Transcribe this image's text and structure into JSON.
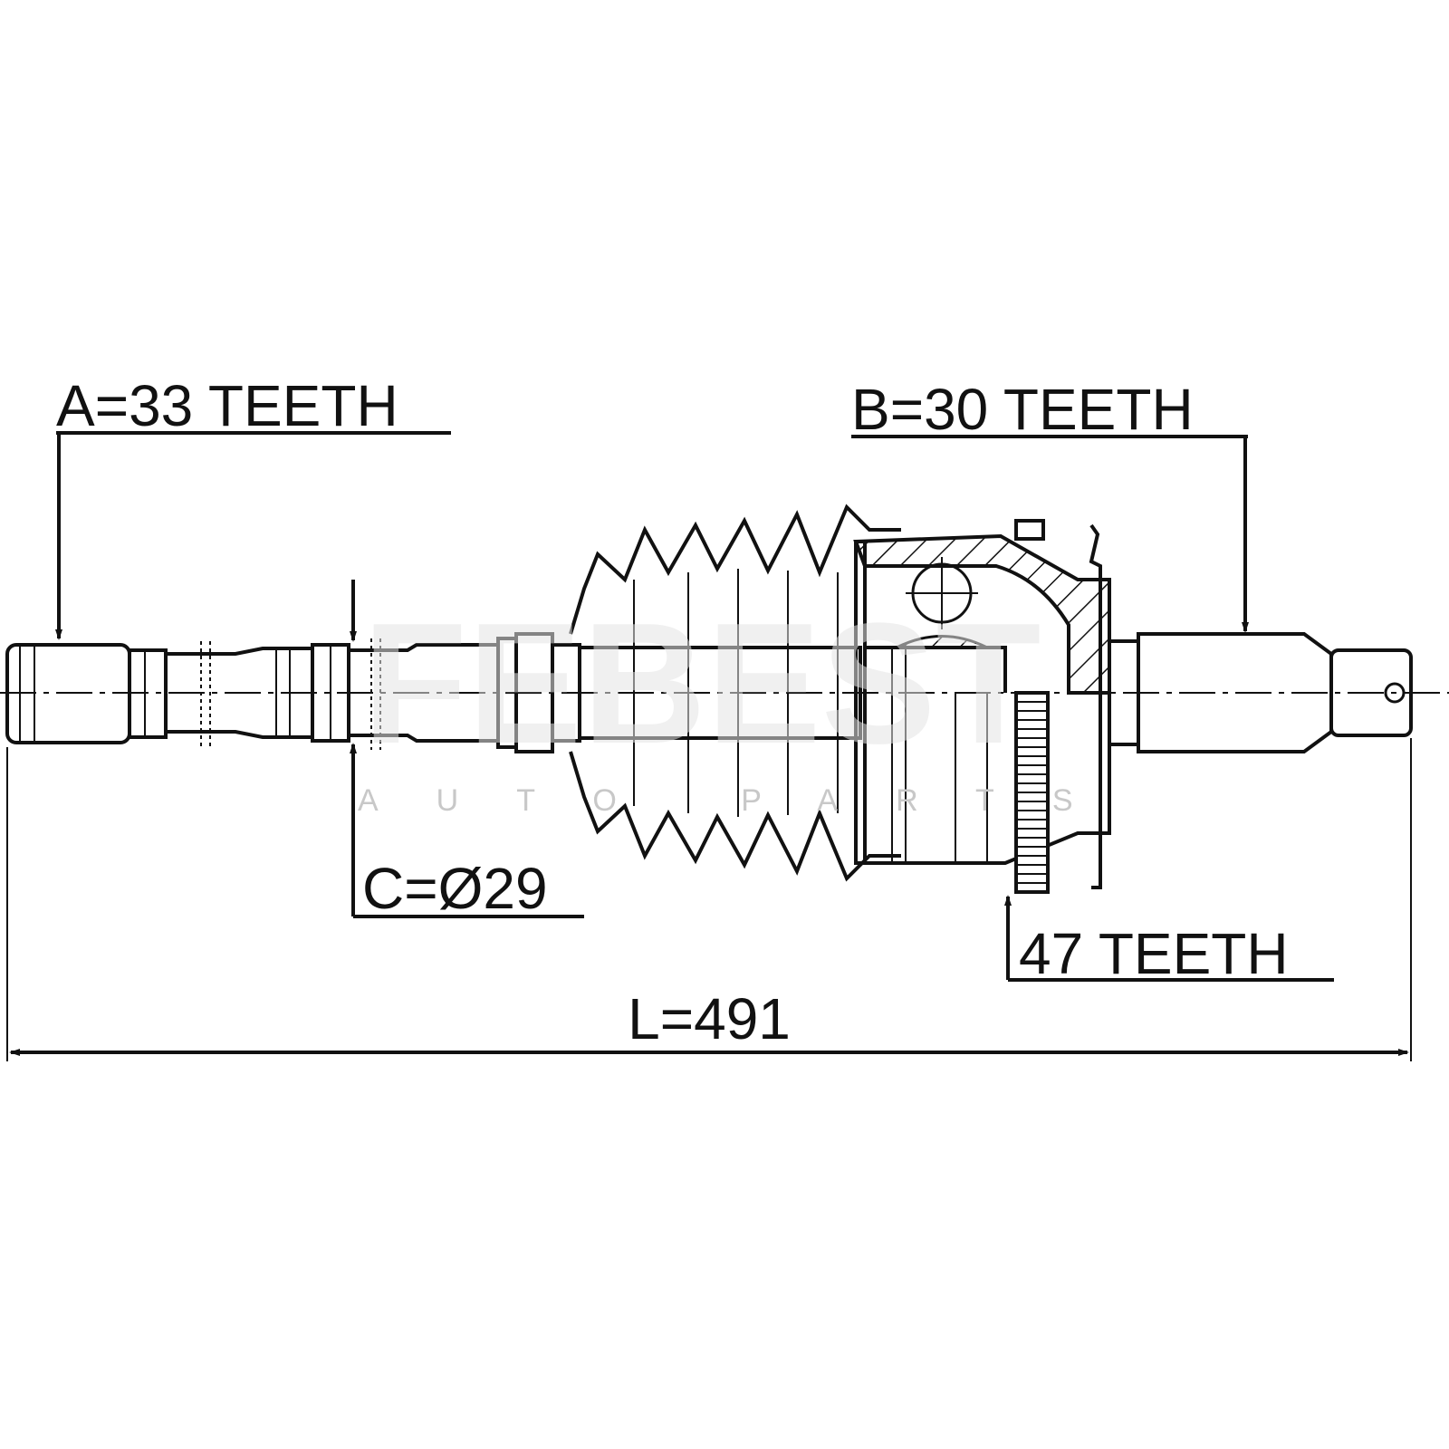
{
  "labels": {
    "spline_a": "A=33 TEETH",
    "spline_b": "B=30 TEETH",
    "diameter_c": "C=Ø29",
    "abs_ring": "47 TEETH",
    "length": "L=491"
  },
  "watermark": {
    "brand": "FEBEST",
    "tagline": "AUTO PARTS"
  },
  "colors": {
    "line": "#111111",
    "watermark": "#e4e4e4"
  }
}
